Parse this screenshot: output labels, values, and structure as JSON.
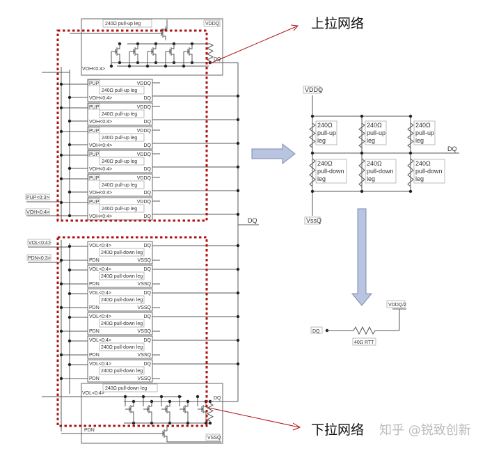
{
  "labels": {
    "pullup_network": "上拉网络",
    "pulldown_network": "下拉网络",
    "watermark": "知乎 @锐致创新"
  },
  "main_circuit": {
    "pullup_main": {
      "title": "240Ω pull-up leg",
      "vddq": "VDDQ",
      "dq": "DQ",
      "voh": "VOH<0:4>"
    },
    "pullup_legs": [
      {
        "pup": "PUP",
        "vddq": "VDDQ",
        "title": "240Ω  pull-up leg",
        "voh": "VOH<0:4>",
        "dq": "DQ"
      },
      {
        "pup": "PUP",
        "vddq": "VDDQ",
        "title": "240Ω pull-up leg",
        "voh": "VOH<0:4>",
        "dq": "DQ"
      },
      {
        "pup": "PUP",
        "vddq": "VDDQ",
        "title": "240Ω pull-up leg",
        "voh": "VOH<0:4>",
        "dq": "DQ"
      },
      {
        "pup": "PUP",
        "vddq": "VDDQ",
        "title": "240Ω pull-up leg",
        "voh": "VOH<0:4>",
        "dq": "DQ"
      },
      {
        "pup": "PUP",
        "vddq": "VDDQ",
        "title": "240Ω pull-up leg",
        "voh": "VOH<0:4>",
        "dq": "DQ"
      },
      {
        "pup": "PUP",
        "vddq": "VDDQ",
        "title": "240Ω pull-up leg",
        "voh": "VOH<0:4>",
        "dq": "DQ"
      }
    ],
    "pulldown_legs": [
      {
        "vol": "VOL<0:4>",
        "dq": "DQ",
        "title": "240Ω pull-down leg",
        "pdn": "PDN",
        "vssq": "VSSQ"
      },
      {
        "vol": "VOL<0:4>",
        "dq": "DQ",
        "title": "240Ω pull-down leg",
        "pdn": "PDN",
        "vssq": "VSSQ"
      },
      {
        "vol": "VOL<0:4>",
        "dq": "DQ",
        "title": "240Ω pull-down leg",
        "pdn": "PDN",
        "vssq": "VSSQ"
      },
      {
        "vol": "VOL<0:4>",
        "dq": "DQ",
        "title": "240Ω pull-down leg",
        "pdn": "PDN",
        "vssq": "VSSQ"
      },
      {
        "vol": "VOL<0:4>",
        "dq": "DQ",
        "title": "240Ω pull-down leg",
        "pdn": "PDN",
        "vssq": "VSSQ"
      },
      {
        "vol": "VOL<0:4>",
        "dq": "DQ",
        "title": "240Ω pull-down leg",
        "pdn": "PDN",
        "vssq": "VSSQ"
      }
    ],
    "pulldown_main": {
      "title": "240Ω pull-down leg",
      "vol": "VOL<0:4>",
      "dq": "DQ",
      "pdn": "PDN",
      "vssq": "VSSQ"
    },
    "inputs": {
      "pup": "PUP<0:3>",
      "voh": "VOH<0:4>",
      "vol": "VOL<0:4>",
      "pdn": "PDN<0:3>"
    },
    "dq_bus": "DQ"
  },
  "equivalent_circuit": {
    "vddq": "VDDQ",
    "vssq": "VssQ",
    "dq": "DQ",
    "pullup_label": [
      "240Ω",
      "pull-up",
      "leg"
    ],
    "pulldown_label": [
      "240Ω",
      "pull-down",
      "leg"
    ]
  },
  "termination": {
    "dq": "DQ",
    "vtt": "VDDQ/2",
    "rtt": "40Ω RTT"
  },
  "colors": {
    "annotation": "#b01010",
    "arrow_fill": "#b8c4e0"
  }
}
